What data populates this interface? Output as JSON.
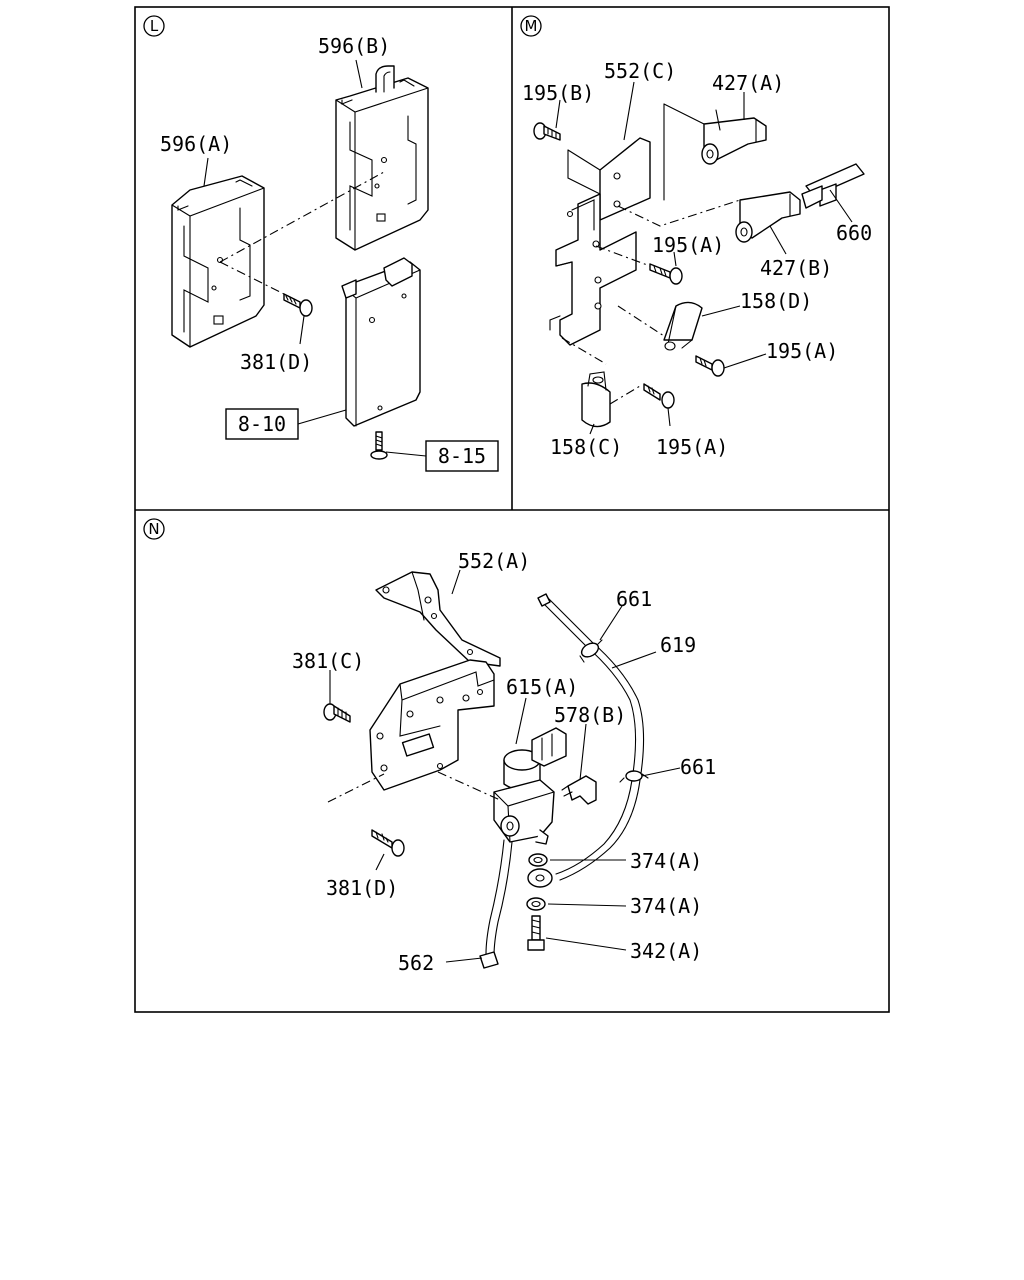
{
  "sections": {
    "L": {
      "id": "L",
      "labels": [
        "596(B)",
        "596(A)",
        "381(D)"
      ],
      "refs": [
        "8-10",
        "8-15"
      ]
    },
    "M": {
      "id": "M",
      "labels": [
        "195(B)",
        "552(C)",
        "427(A)",
        "660",
        "195(A)",
        "427(B)",
        "158(D)",
        "195(A)",
        "158(C)",
        "195(A)"
      ]
    },
    "N": {
      "id": "N",
      "labels": [
        "552(A)",
        "661",
        "619",
        "381(C)",
        "615(A)",
        "578(B)",
        "661",
        "374(A)",
        "381(D)",
        "374(A)",
        "342(A)",
        "562"
      ]
    }
  }
}
